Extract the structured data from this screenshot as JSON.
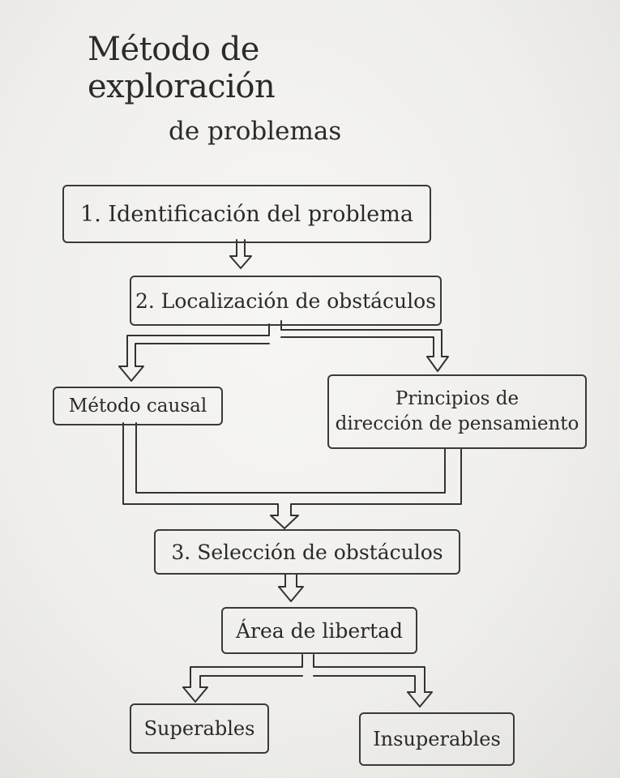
{
  "title": {
    "line1": "Método de exploración",
    "line2": "de problemas"
  },
  "steps": {
    "step1": "1. Identificación del problema",
    "step2": "2. Localización de obstáculos",
    "method_causal": "Método causal",
    "principles_line1": "Principios de",
    "principles_line2": "dirección de pensamiento",
    "step3": "3. Selección de obstáculos",
    "area": "Área de libertad",
    "superables": "Superables",
    "insuperables": "Insuperables"
  },
  "colors": {
    "board": "#f2f1ee",
    "ink": "#2b2b2b"
  }
}
